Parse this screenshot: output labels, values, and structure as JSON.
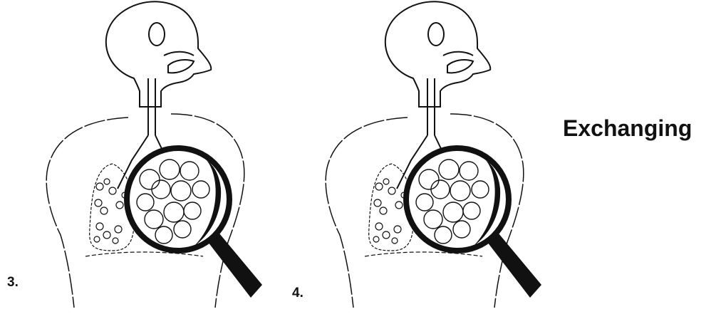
{
  "labels": {
    "panel_3_number": "3.",
    "panel_4_number": "4.",
    "caption": "Exchanging"
  },
  "figure": {
    "subject": "human respiratory system with magnifying glass over lung alveoli",
    "panels": 2,
    "icons": [
      "head-outline-icon",
      "trachea-icon",
      "lung-icon",
      "magnifying-glass-icon",
      "alveoli-icon"
    ]
  }
}
